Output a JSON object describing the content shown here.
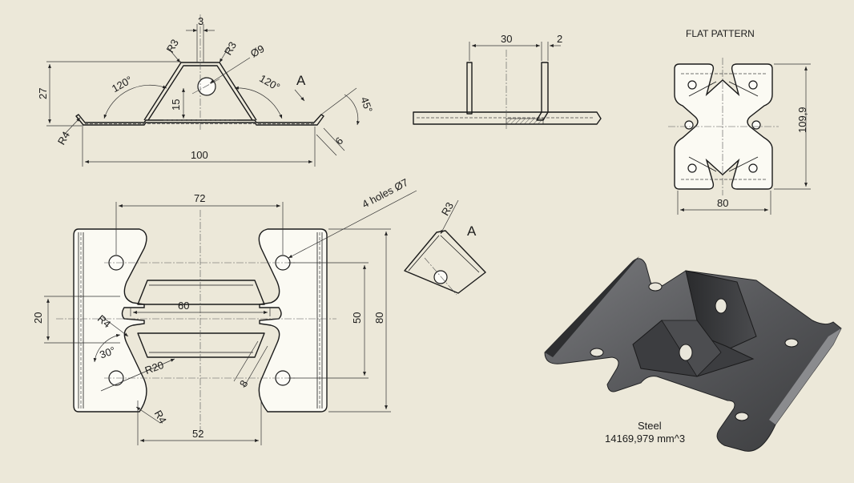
{
  "views": {
    "front": {
      "dims": {
        "d3": "3",
        "r3a": "R3",
        "r3b": "R3",
        "dia9": "Ø9",
        "d27": "27",
        "a120a": "120°",
        "a120b": "120°",
        "d15": "15",
        "r4": "R4",
        "d100": "100",
        "a45": "45°",
        "d6": "6"
      },
      "view_label": "A"
    },
    "side": {
      "dims": {
        "d30": "30",
        "d2": "2"
      }
    },
    "flat_pattern": {
      "title": "FLAT PATTERN",
      "dims": {
        "d109": "109,9",
        "d80": "80"
      }
    },
    "top": {
      "dims": {
        "d72": "72",
        "holes": "4 holes Ø7",
        "d60": "60",
        "d20": "20",
        "r4a": "R4",
        "a30": "30°",
        "r20": "R20",
        "d8": "8",
        "d50": "50",
        "d80": "80",
        "r4b": "R4",
        "d52": "52"
      }
    },
    "detail": {
      "r3": "R3",
      "label": "A"
    }
  },
  "part_info": {
    "material": "Steel",
    "volume": "14169,979 mm^3"
  },
  "colors": {
    "background": "#ece8d9",
    "line": "#1a1a1a",
    "render_face": "#5b5c5e",
    "render_dark": "#2b2c2e"
  }
}
